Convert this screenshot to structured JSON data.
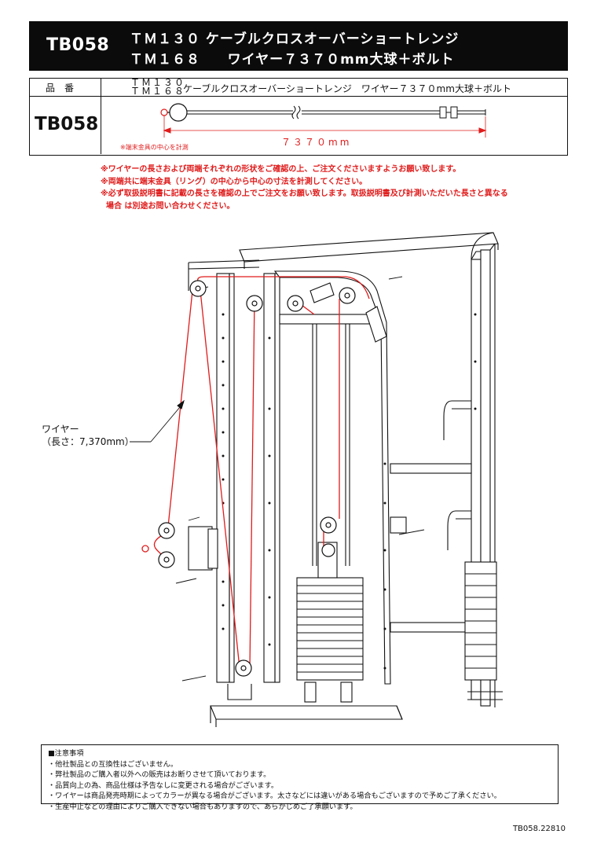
{
  "header": {
    "code": "TB058",
    "title_line1": "ＴＭ１３０ ケーブルクロスオーバーショートレンジ",
    "title_line2": "ＴＭ１６８     ワイヤー７３７０mm大球＋ボルト"
  },
  "table": {
    "label_hinban": "品番",
    "code": "TB058",
    "model1": "ＴＭ１３０",
    "model2": "ＴＭ１６８",
    "description": "ケーブルクロスオーバーショートレンジ　ワイヤー７３７０mm大球＋ボルト",
    "dimension": "７３７０mm",
    "center_note": "※端末金具の中心を計測",
    "accent_color": "#e01b1b"
  },
  "notes": [
    "※ワイヤーの長さおよび両端それぞれの形状をご確認の上、ご注文くださいますようお願い致します。",
    "※両端共に端末金具（リング）の中心から中心の寸法を計測してください。",
    "※必ず取扱説明書に記載の長さを確認の上でご注文をお願い致します。取扱説明書及び計測いただいた長さと異なる",
    "  場合 は別途お問い合わせください。"
  ],
  "diagram": {
    "wire_label_line1": "ワイヤー",
    "wire_label_line2": "（長さ：7,370mm）",
    "wire_color": "#e01b1b"
  },
  "caution": {
    "title": "■注意事項",
    "items": [
      "・他社製品との互換性はございません。",
      "・弊社製品のご購入者以外への販売はお断りさせて頂いております。",
      "・品質向上の為、商品仕様は予告なしに変更される場合がございます。",
      "・ワイヤーは商品発売時期によってカラーが異なる場合がございます。太さなどには違いがある場合もございますので予めご了承ください。",
      "・生産中止などの理由によりご購入できない場合もありますので、あらかじめご了承願います。"
    ]
  },
  "footer": {
    "doc_id": "TB058.22810"
  }
}
